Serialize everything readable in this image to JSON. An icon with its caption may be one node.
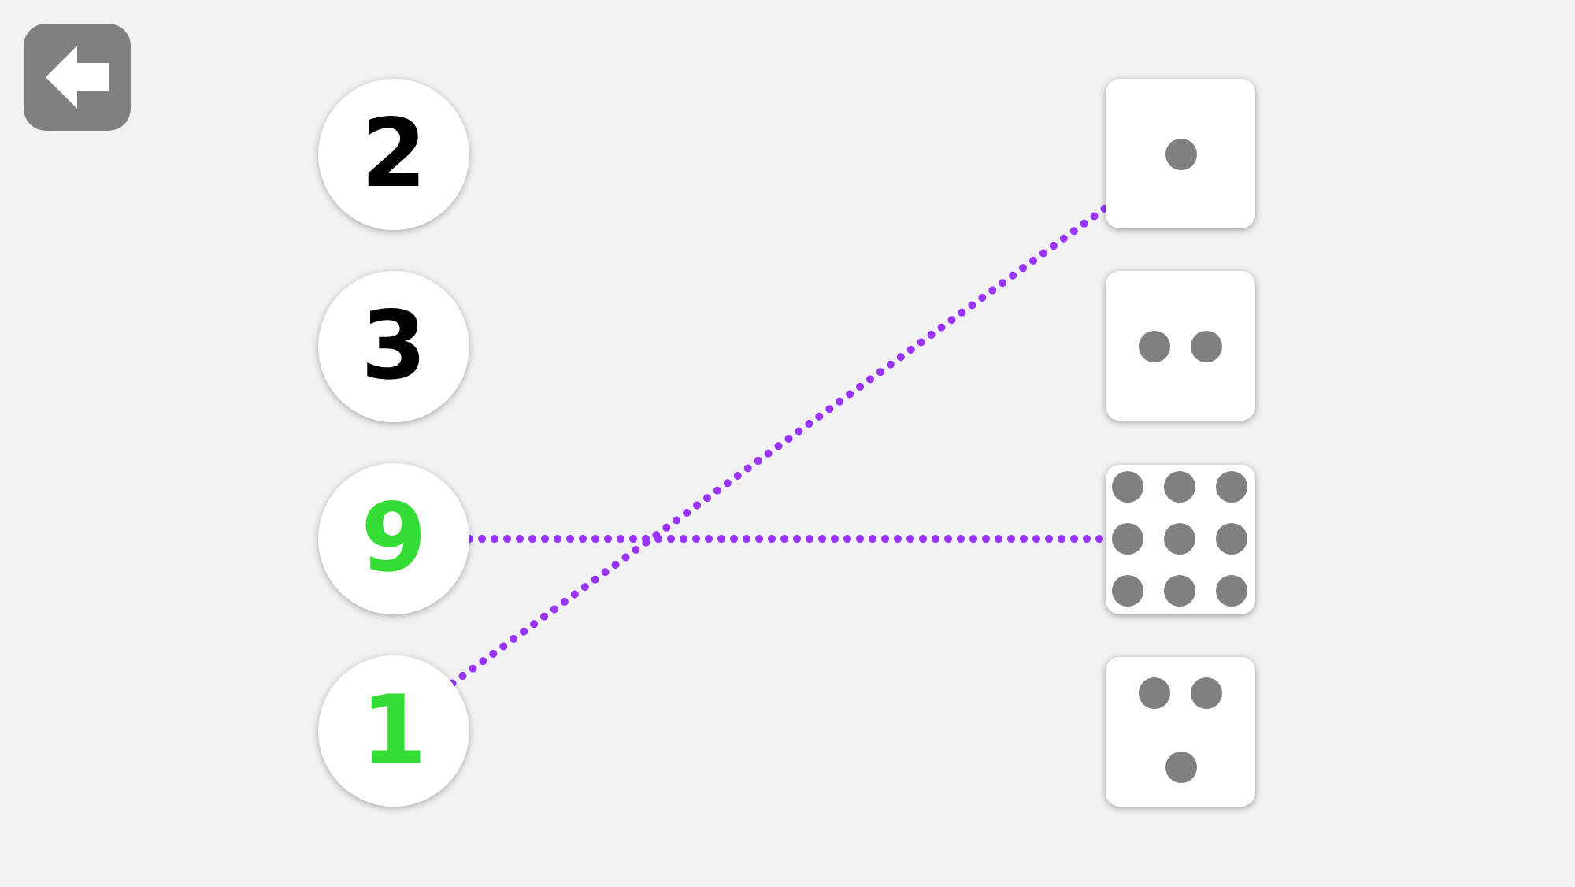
{
  "diagram": {
    "nodes": [
      {
        "text": [
          "2"
        ]
      },
      {
        "text": [
          "3"
        ]
      },
      {
        "text": [
          "9"
        ]
      },
      {
        "text": [
          "1"
        ]
      },
      {
        "text": [],
        "shape": "die"
      },
      {
        "text": [],
        "shape": "die"
      },
      {
        "text": [],
        "shape": "die"
      },
      {
        "text": [],
        "shape": "die"
      }
    ],
    "edges": [
      {
        "from": 2,
        "to": 6,
        "arrow": "none"
      },
      {
        "from": 3,
        "to": 4,
        "arrow": "none"
      }
    ]
  }
}
